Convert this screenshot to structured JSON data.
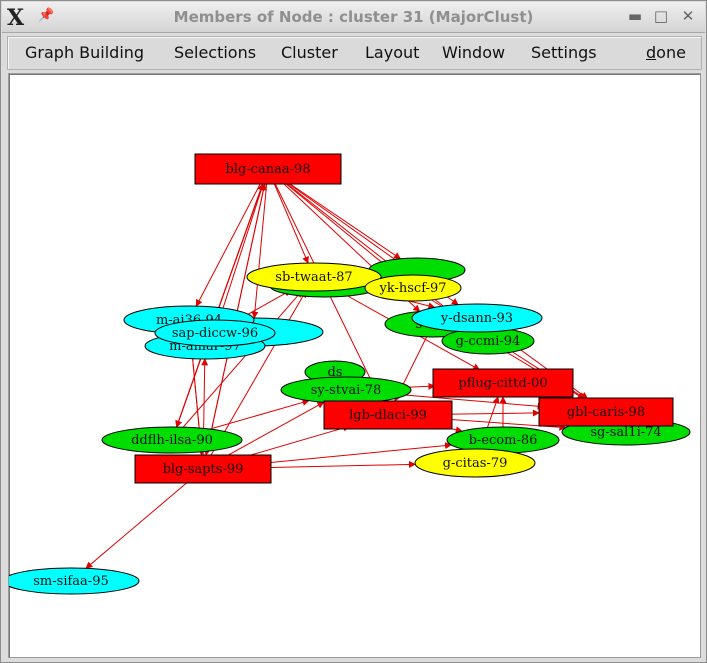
{
  "window": {
    "title": "Members of Node : cluster 31 (MajorClust)",
    "icons": [
      "x-logo-icon",
      "pin-icon",
      "minimize-icon",
      "maximize-icon",
      "close-icon"
    ]
  },
  "menubar": {
    "graph_building": "Graph Building",
    "selections": "Selections",
    "cluster": "Cluster",
    "layout": "Layout",
    "window": "Window",
    "settings": "Settings",
    "done_first": "d",
    "done_rest": "one"
  },
  "colors": {
    "rect_node": "#ff0000",
    "edge": "#e00000",
    "cyan_node": "#00ffff",
    "green_node": "#00dd00",
    "yellow_node": "#ffff00"
  },
  "graph": {
    "nodes": [
      {
        "id": "n1",
        "label": "blg-canaa-98",
        "shape": "rect",
        "color": "red"
      },
      {
        "id": "n2",
        "label": "sb-twaat-87",
        "shape": "ellipse",
        "color": "yellow"
      },
      {
        "id": "n3",
        "label": "yk-hscf-97",
        "shape": "ellipse",
        "color": "yellow"
      },
      {
        "id": "n4",
        "label": "y-dsann-93",
        "shape": "ellipse",
        "color": "cyan"
      },
      {
        "id": "n5",
        "label": "g-ccmi-94",
        "shape": "ellipse",
        "color": "green"
      },
      {
        "id": "n6",
        "label": "sap-diccw-96",
        "shape": "ellipse",
        "color": "cyan"
      },
      {
        "id": "n7",
        "label": "sy-stvai-78",
        "shape": "ellipse",
        "color": "green"
      },
      {
        "id": "n8",
        "label": "pflug-cittd-00",
        "shape": "rect",
        "color": "red"
      },
      {
        "id": "n9",
        "label": "lgb-dlaci-99",
        "shape": "rect",
        "color": "red"
      },
      {
        "id": "n10",
        "label": "gbl-caris-98",
        "shape": "rect",
        "color": "red"
      },
      {
        "id": "n11",
        "label": "sg-sal1i-74",
        "shape": "ellipse",
        "color": "green"
      },
      {
        "id": "n12",
        "label": "b-ecom-86",
        "shape": "ellipse",
        "color": "green"
      },
      {
        "id": "n13",
        "label": "g-citas-79",
        "shape": "ellipse",
        "color": "yellow"
      },
      {
        "id": "n14",
        "label": "ddflh-ilsa-90",
        "shape": "ellipse",
        "color": "green"
      },
      {
        "id": "n15",
        "label": "blg-sapts-99",
        "shape": "rect",
        "color": "red"
      },
      {
        "id": "n16",
        "label": "sm-sifaa-95",
        "shape": "ellipse",
        "color": "cyan"
      },
      {
        "id": "n17",
        "label": "m-ai36-94",
        "shape": "ellipse",
        "color": "cyan"
      },
      {
        "id": "n18",
        "label": "m-amar-97",
        "shape": "ellipse",
        "color": "cyan"
      },
      {
        "id": "n19",
        "label": "s-aha",
        "shape": "ellipse",
        "color": "green"
      },
      {
        "id": "n20",
        "label": "ds",
        "shape": "ellipse",
        "color": "green"
      }
    ]
  }
}
